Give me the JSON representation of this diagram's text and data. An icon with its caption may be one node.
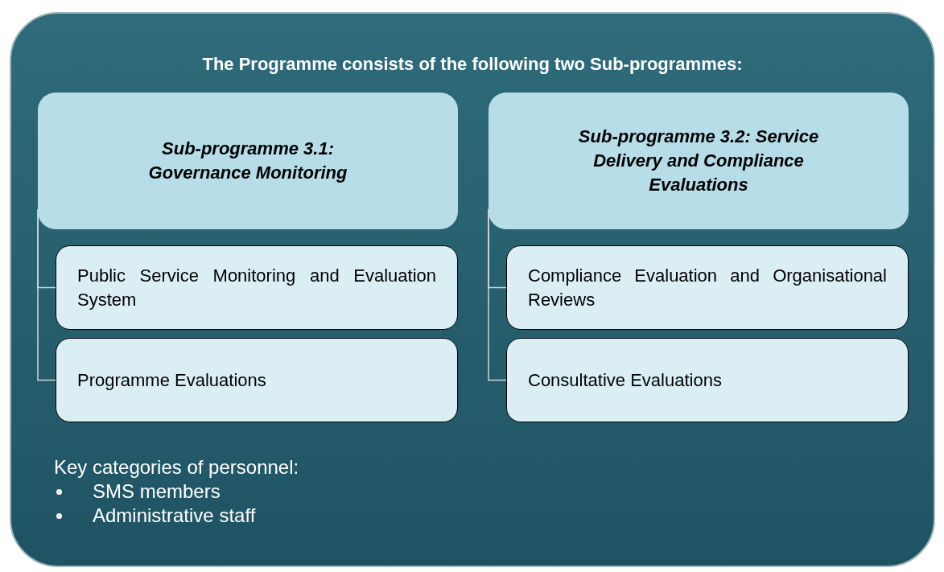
{
  "diagram": {
    "nodes": [
      {
        "text": [
          "The Programme consists of the following two Sub-programmes:"
        ]
      },
      {
        "text": [
          "Sub-programme 3.1: Governance Monitoring"
        ],
        "in": 0
      },
      {
        "text": [
          "Public Service Monitoring and Evaluation System"
        ],
        "in": 0
      },
      {
        "text": [
          "Programme Evaluations"
        ],
        "in": 0
      },
      {
        "text": [
          "Sub-programme 3.2: Service Delivery and Compliance Evaluations"
        ],
        "in": 0
      },
      {
        "text": [
          "Compliance Evaluation and Organisational Reviews"
        ],
        "in": 0
      },
      {
        "text": [
          "Consultative Evaluations"
        ],
        "in": 0
      }
    ],
    "edges": [
      {
        "from": 1,
        "to": 2,
        "arrow": "none"
      },
      {
        "from": 1,
        "to": 3,
        "arrow": "none"
      },
      {
        "from": 4,
        "to": 5,
        "arrow": "none"
      },
      {
        "from": 4,
        "to": 6,
        "arrow": "none"
      }
    ],
    "labels": [
      "Key categories of personnel:",
      "SMS members",
      "Administrative staff"
    ]
  }
}
